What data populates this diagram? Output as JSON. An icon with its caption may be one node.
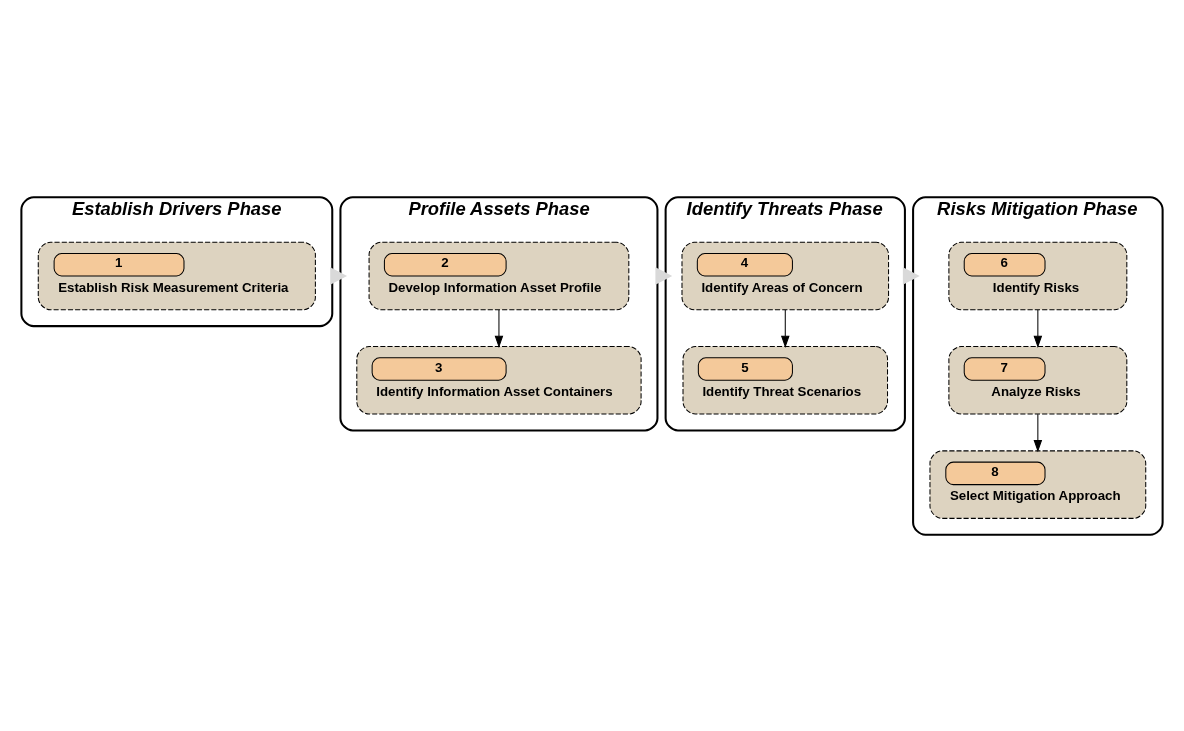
{
  "diagram": {
    "nodes": [
      {
        "text": [
          "Establish Drivers Phase"
        ]
      },
      {
        "text": [
          "1",
          "Establish Risk Measurement Criteria"
        ],
        "in": 0
      },
      {
        "text": [
          "Profile Assets Phase"
        ]
      },
      {
        "text": [
          "2",
          "Develop Information Asset Profile"
        ],
        "in": 2
      },
      {
        "text": [
          "3",
          "Identify Information Asset Containers"
        ],
        "in": 2
      },
      {
        "text": [
          "Identify Threats Phase"
        ]
      },
      {
        "text": [
          "4",
          "Identify Areas of Concern"
        ],
        "in": 5
      },
      {
        "text": [
          "5",
          "Identify Threat Scenarios"
        ],
        "in": 5
      },
      {
        "text": [
          "Risks Mitigation Phase"
        ]
      },
      {
        "text": [
          "6",
          "Identify Risks"
        ],
        "in": 8
      },
      {
        "text": [
          "7",
          "Analyze Risks"
        ],
        "in": 8
      },
      {
        "text": [
          "8",
          "Select Mitigation Approach"
        ],
        "in": 8
      }
    ],
    "edges": [
      {
        "from": 3,
        "to": 4,
        "arrow": "to"
      },
      {
        "from": 6,
        "to": 7,
        "arrow": "to"
      },
      {
        "from": 9,
        "to": 10,
        "arrow": "to"
      },
      {
        "from": 10,
        "to": 11,
        "arrow": "to"
      },
      {
        "from": 0,
        "to": 2,
        "arrow": "to",
        "style": "thick",
        "color": "#d9d9d9"
      },
      {
        "from": 2,
        "to": 5,
        "arrow": "to",
        "style": "thick",
        "color": "#d9d9d9"
      },
      {
        "from": 5,
        "to": 8,
        "arrow": "to",
        "style": "thick",
        "color": "#d9d9d9"
      }
    ]
  }
}
